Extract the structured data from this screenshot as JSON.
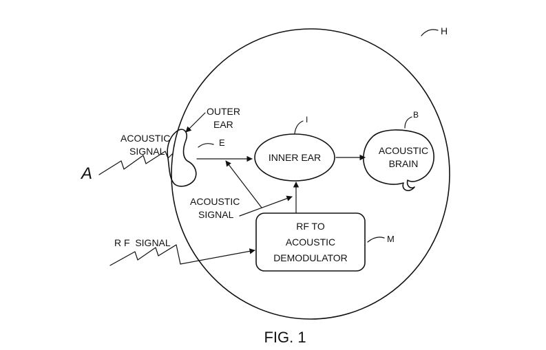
{
  "labels": {
    "head_ref": "H",
    "outer_ear_line1": "OUTER",
    "outer_ear_line2": "EAR",
    "acoustic_signal_top_line1": "ACOUSTIC",
    "acoustic_signal_top_line2": "SIGNAL",
    "ear_ref": "E",
    "inner_ear": "INNER EAR",
    "inner_ear_ref": "I",
    "brain_ref": "B",
    "acoustic_brain_line1": "ACOUSTIC",
    "acoustic_brain_line2": "BRAIN",
    "source_ref": "A",
    "acoustic_signal_mid_line1": "ACOUSTIC",
    "acoustic_signal_mid_line2": "SIGNAL",
    "rf_signal": "R F  SIGNAL",
    "demod_line1": "RF TO",
    "demod_line2": "ACOUSTIC",
    "demod_line3": "DEMODULATOR",
    "demod_ref": "M",
    "caption": "FIG. 1"
  }
}
